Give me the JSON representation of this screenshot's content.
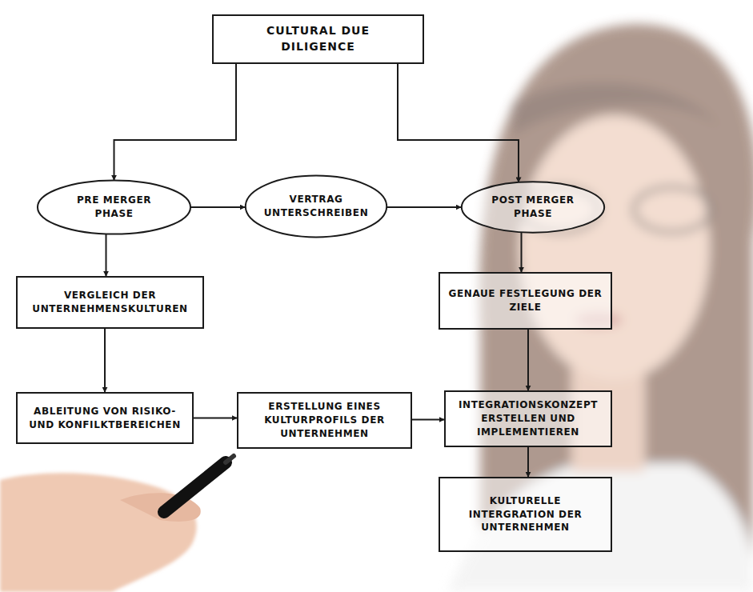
{
  "diagram": {
    "nodes": [
      {
        "text": [
          "CULTURAL DUE DILIGENCE"
        ]
      },
      {
        "text": [
          "PRE MERGER PHASE"
        ]
      },
      {
        "text": [
          "VERTRAG UNTERSCHREIBEN"
        ]
      },
      {
        "text": [
          "POST MERGER PHASE"
        ]
      },
      {
        "text": [
          "VERGLEICH DER UNTERNEHMENSKULTUREN"
        ]
      },
      {
        "text": [
          "GENAUE FESTLEGUNG DER ZIELE"
        ]
      },
      {
        "text": [
          "ABLEITUNG VON RISIKO- UND KONFILKTBEREICHEN"
        ]
      },
      {
        "text": [
          "ERSTELLUNG EINES KULTURPROFILS DER UNTERNEHMEN"
        ]
      },
      {
        "text": [
          "INTEGRATIONSKONZEPT ERSTELLEN UND IMPLEMENTIEREN"
        ]
      },
      {
        "text": [
          "KULTURELLE INTERGRATION DER UNTERNEHMEN"
        ]
      }
    ],
    "edges": [
      {
        "from": 0,
        "to": 1,
        "arrow": "to"
      },
      {
        "from": 0,
        "to": 3,
        "arrow": "to"
      },
      {
        "from": 1,
        "to": 2,
        "arrow": "to"
      },
      {
        "from": 2,
        "to": 3,
        "arrow": "to"
      },
      {
        "from": 1,
        "to": 4,
        "arrow": "to"
      },
      {
        "from": 4,
        "to": 6,
        "arrow": "to"
      },
      {
        "from": 6,
        "to": 7,
        "arrow": "to"
      },
      {
        "from": 7,
        "to": 8,
        "arrow": "to"
      },
      {
        "from": 3,
        "to": 5,
        "arrow": "to"
      },
      {
        "from": 5,
        "to": 8,
        "arrow": "to"
      },
      {
        "from": 8,
        "to": 9,
        "arrow": "to"
      }
    ]
  }
}
